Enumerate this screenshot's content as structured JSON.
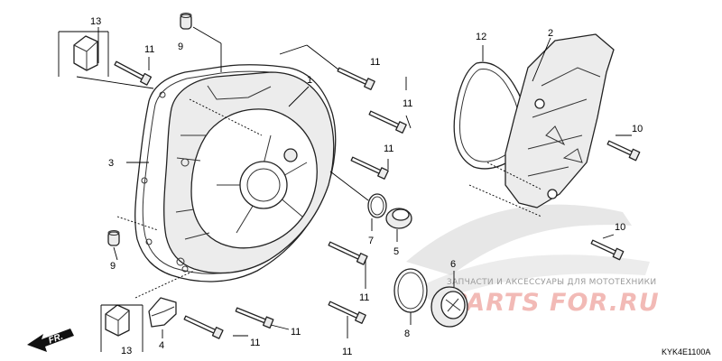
{
  "diagram": {
    "labels": {
      "l1": "1",
      "l2": "2",
      "l3": "3",
      "l4": "4",
      "l5": "5",
      "l6": "6",
      "l7": "7",
      "l8": "8",
      "l12": "12",
      "l10": "10",
      "l9": "9",
      "l11": "11",
      "l13": "13"
    },
    "direction_label": "FR.",
    "diagram_code": "KYK4E1100A"
  },
  "watermark": {
    "tagline": "ЗАПЧАСТИ И АКСЕССУАРЫ ДЛЯ МОТОТЕХНИКИ",
    "logo_text": "PARTS FOR.RU"
  },
  "colors": {
    "line": "#222222",
    "watermark_red": "#d93a2e",
    "watermark_gray": "#9a9a9a"
  }
}
